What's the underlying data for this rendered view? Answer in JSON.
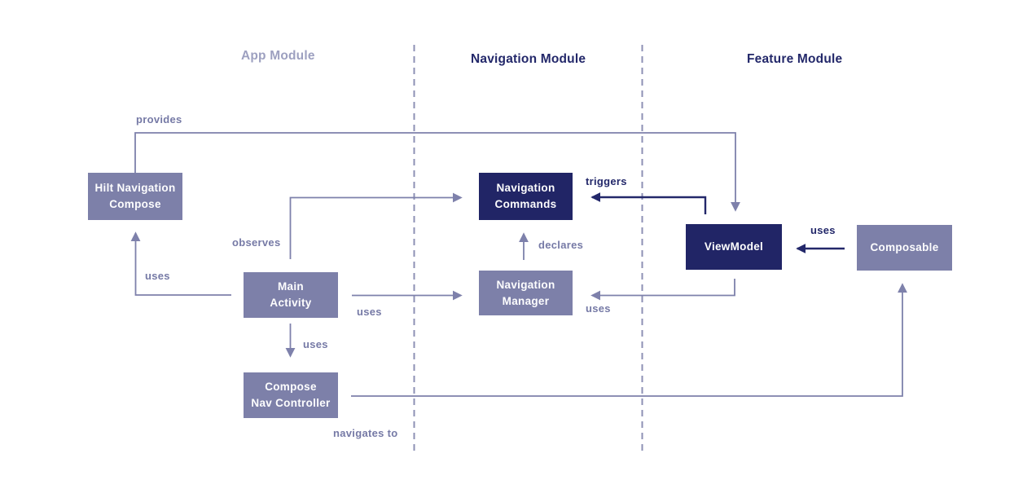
{
  "diagram": {
    "modules": [
      {
        "id": "app-module",
        "label": "App Module"
      },
      {
        "id": "navigation-module",
        "label": "Navigation Module"
      },
      {
        "id": "feature-module",
        "label": "Feature Module"
      }
    ],
    "nodes": [
      {
        "id": "hilt-navigation-compose",
        "label": "Hilt Navigation\nCompose",
        "variant": "slate",
        "module": "App Module"
      },
      {
        "id": "main-activity",
        "label": "Main\nActivity",
        "variant": "slate",
        "module": "App Module"
      },
      {
        "id": "compose-nav-controller",
        "label": "Compose\nNav Controller",
        "variant": "slate",
        "module": "App Module"
      },
      {
        "id": "navigation-commands",
        "label": "Navigation\nCommands",
        "variant": "navy",
        "module": "Navigation Module"
      },
      {
        "id": "navigation-manager",
        "label": "Navigation\nManager",
        "variant": "slate",
        "module": "Navigation Module"
      },
      {
        "id": "viewmodel",
        "label": "ViewModel",
        "variant": "navy",
        "module": "Feature Module"
      },
      {
        "id": "composable",
        "label": "Composable",
        "variant": "slate",
        "module": "Feature Module"
      }
    ],
    "edges": [
      {
        "label": "provides",
        "from": "hilt-navigation-compose",
        "to": "viewmodel",
        "style": "slate"
      },
      {
        "label": "uses",
        "from": "main-activity",
        "to": "hilt-navigation-compose",
        "style": "slate"
      },
      {
        "label": "observes",
        "from": "main-activity",
        "to": "navigation-commands",
        "style": "slate"
      },
      {
        "label": "uses",
        "from": "main-activity",
        "to": "navigation-manager",
        "style": "slate"
      },
      {
        "label": "uses",
        "from": "main-activity",
        "to": "compose-nav-controller",
        "style": "slate"
      },
      {
        "label": "navigates to",
        "from": "compose-nav-controller",
        "to": "composable",
        "style": "slate"
      },
      {
        "label": "declares",
        "from": "navigation-manager",
        "to": "navigation-commands",
        "style": "slate"
      },
      {
        "label": "triggers",
        "from": "viewmodel",
        "to": "navigation-commands",
        "style": "navy"
      },
      {
        "label": "uses",
        "from": "viewmodel",
        "to": "navigation-manager",
        "style": "slate"
      },
      {
        "label": "uses",
        "from": "composable",
        "to": "viewmodel",
        "style": "navy"
      }
    ],
    "colors": {
      "background": "#ffffff",
      "slate": "#7d80a9",
      "navy": "#212566",
      "line": "#7e81ab",
      "line_dark": "#23286a",
      "label": "#767aa6",
      "label_dark": "#23286a",
      "separator": "#8d90b4",
      "module_title": "#23286a",
      "app_module_title": "#9da0c0",
      "node_text": "#fdfdfe"
    }
  }
}
